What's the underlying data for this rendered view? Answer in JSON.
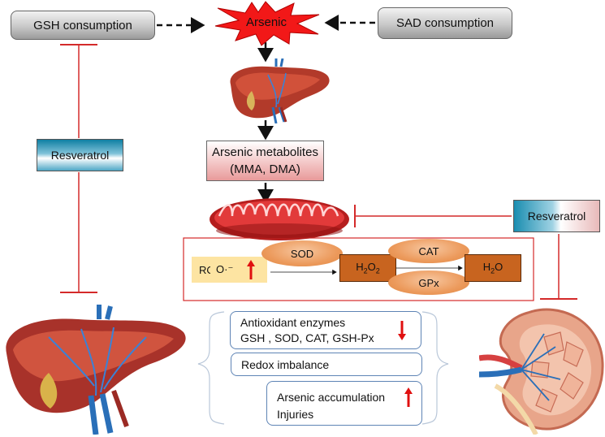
{
  "top": {
    "gsh_consumption": "GSH consumption",
    "arsenic": "Arsenic",
    "sad_consumption": "SAD consumption"
  },
  "metabolites": {
    "line1": "Arsenic metabolites",
    "line2": "(MMA, DMA)"
  },
  "resveratrol_left": "Resveratrol",
  "resveratrol_right": "Resveratrol",
  "mito_pathway": {
    "ros": "ROS",
    "superoxide": "O·⁻",
    "sod": "SOD",
    "h2o2_main": "H",
    "h2o2_sub1": "2",
    "h2o2_mid": "O",
    "h2o2_sub2": "2",
    "cat": "CAT",
    "gpx": "GPx",
    "h2o_h": "H",
    "h2o_sub": "2",
    "h2o_o": "O"
  },
  "effects": {
    "antioxidant_line1": "Antioxidant  enzymes",
    "antioxidant_line2": "GSH , SOD, CAT, GSH-Px",
    "redox": "Redox imbalance",
    "accumulation": "Arsenic accumulation",
    "injuries": "Injuries"
  },
  "colors": {
    "inhibit_red": "#d42a2a",
    "arrow_black": "#111111",
    "burst_red": "#f21818",
    "up_down_arrow": "#e01010"
  }
}
